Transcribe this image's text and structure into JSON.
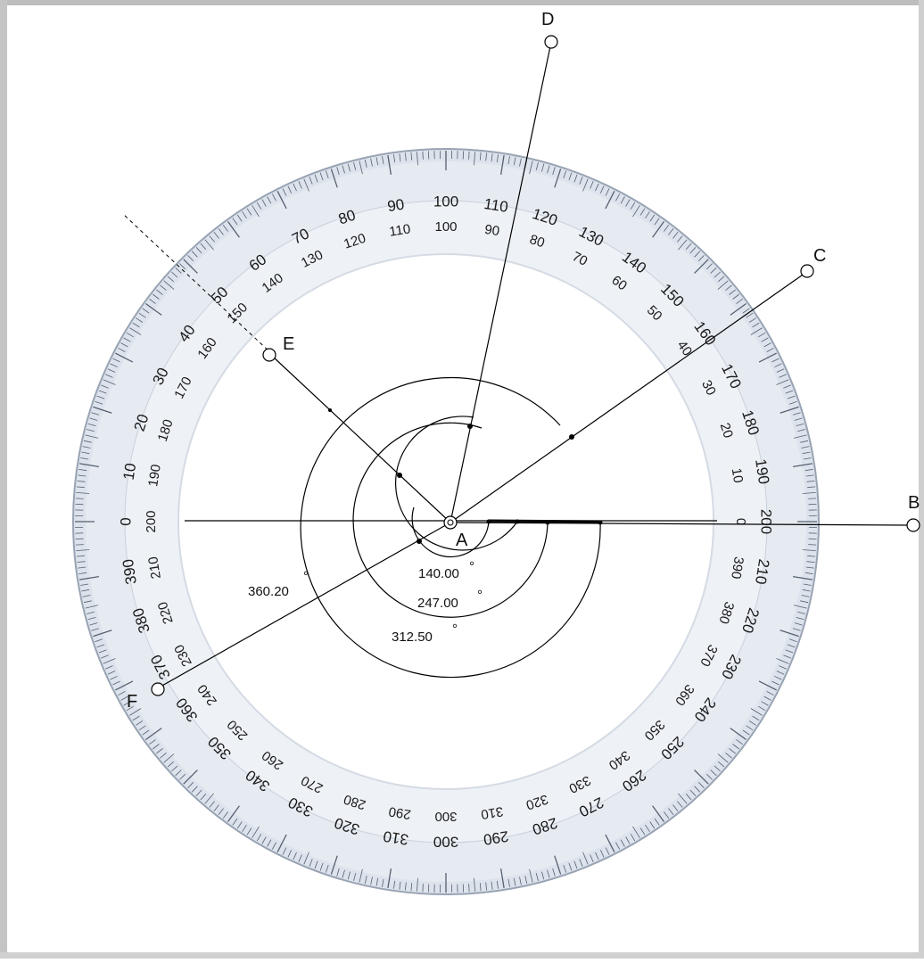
{
  "colors": {
    "frame": "#b8b8b8",
    "protractor_ring": "#d3dbe6",
    "protractor_edge": "#8f9aab",
    "tick": "#444444",
    "line": "#000000"
  },
  "points": {
    "A": "A",
    "B": "B",
    "C": "C",
    "D": "D",
    "E": "E",
    "F": "F"
  },
  "angles": {
    "a1": "140.00",
    "a2": "247.00",
    "a3": "312.50",
    "a4": "360.20",
    "degree_mark": "°"
  },
  "protractor": {
    "outer_scale": {
      "values": [
        "0",
        "10",
        "20",
        "30",
        "40",
        "50",
        "60",
        "70",
        "80",
        "90",
        "100",
        "110",
        "120",
        "130",
        "140",
        "150",
        "160",
        "170",
        "180",
        "190",
        "200",
        "210",
        "220",
        "230",
        "240",
        "250",
        "260",
        "270",
        "280",
        "290",
        "300",
        "310",
        "320",
        "330",
        "340",
        "350",
        "360",
        "370",
        "380",
        "390"
      ]
    },
    "inner_scale": {
      "values": [
        "200",
        "190",
        "180",
        "170",
        "160",
        "150",
        "140",
        "130",
        "120",
        "110",
        "100",
        "90",
        "80",
        "70",
        "60",
        "50",
        "40",
        "30",
        "20",
        "10",
        "0",
        "390",
        "380",
        "370",
        "360",
        "350",
        "340",
        "330",
        "320",
        "310",
        "300",
        "290",
        "280",
        "270",
        "260",
        "250",
        "240",
        "230",
        "220",
        "210"
      ]
    }
  }
}
